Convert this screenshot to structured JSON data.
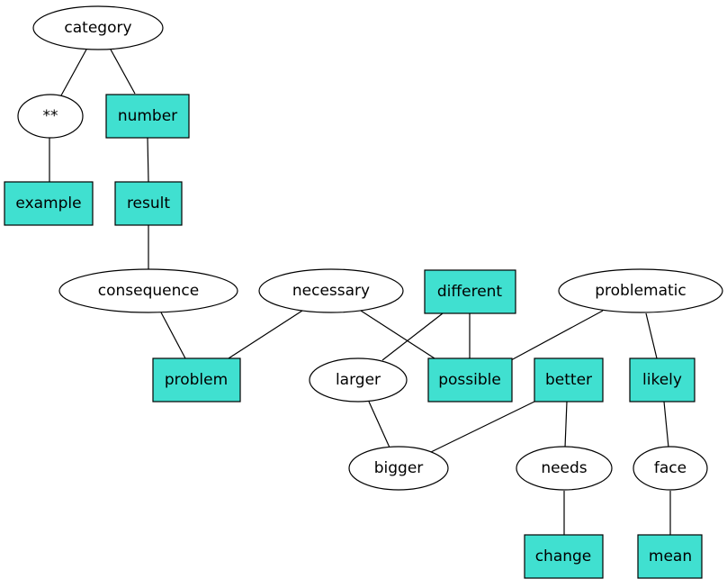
{
  "graph": {
    "colors": {
      "box_fill": "#40e0d0",
      "ellipse_fill": "#ffffff",
      "stroke": "#000000"
    },
    "nodes": {
      "category": {
        "label": "category",
        "shape": "ellipse"
      },
      "stars": {
        "label": "**",
        "shape": "ellipse"
      },
      "number": {
        "label": "number",
        "shape": "box"
      },
      "example": {
        "label": "example",
        "shape": "box"
      },
      "result": {
        "label": "result",
        "shape": "box"
      },
      "consequence": {
        "label": "consequence",
        "shape": "ellipse"
      },
      "necessary": {
        "label": "necessary",
        "shape": "ellipse"
      },
      "different": {
        "label": "different",
        "shape": "box"
      },
      "problematic": {
        "label": "problematic",
        "shape": "ellipse"
      },
      "problem": {
        "label": "problem",
        "shape": "box"
      },
      "larger": {
        "label": "larger",
        "shape": "ellipse"
      },
      "possible": {
        "label": "possible",
        "shape": "box"
      },
      "better": {
        "label": "better",
        "shape": "box"
      },
      "likely": {
        "label": "likely",
        "shape": "box"
      },
      "bigger": {
        "label": "bigger",
        "shape": "ellipse"
      },
      "needs": {
        "label": "needs",
        "shape": "ellipse"
      },
      "face": {
        "label": "face",
        "shape": "ellipse"
      },
      "change": {
        "label": "change",
        "shape": "box"
      },
      "mean": {
        "label": "mean",
        "shape": "box"
      }
    },
    "edges": [
      [
        "category",
        "stars"
      ],
      [
        "category",
        "number"
      ],
      [
        "stars",
        "example"
      ],
      [
        "number",
        "result"
      ],
      [
        "result",
        "consequence"
      ],
      [
        "consequence",
        "problem"
      ],
      [
        "necessary",
        "problem"
      ],
      [
        "necessary",
        "possible"
      ],
      [
        "different",
        "larger"
      ],
      [
        "different",
        "possible"
      ],
      [
        "problematic",
        "possible"
      ],
      [
        "problematic",
        "likely"
      ],
      [
        "larger",
        "bigger"
      ],
      [
        "better",
        "bigger"
      ],
      [
        "better",
        "needs"
      ],
      [
        "needs",
        "change"
      ],
      [
        "likely",
        "face"
      ],
      [
        "face",
        "mean"
      ]
    ]
  }
}
